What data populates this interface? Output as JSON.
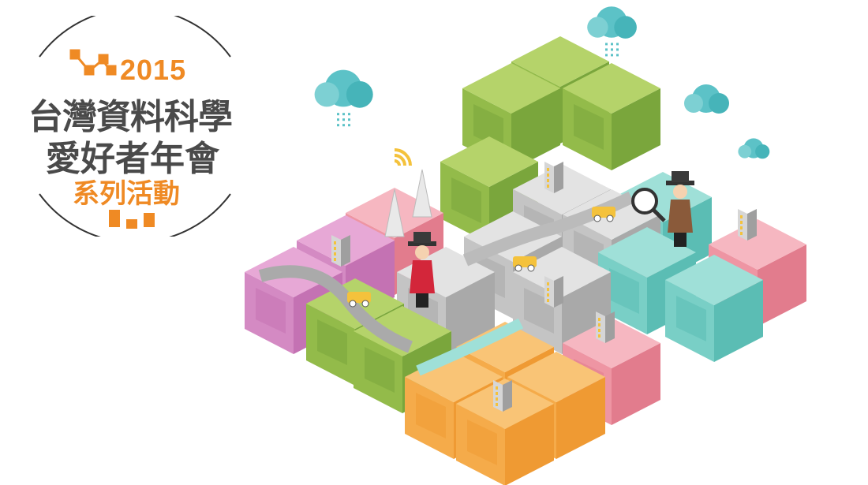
{
  "logo": {
    "year": "2015",
    "title_line1": "台灣資料科學",
    "title_line2": "愛好者年會",
    "subtitle": "系列活動"
  },
  "colors": {
    "orange": "#ef8a24",
    "dark_text": "#4a4a4a",
    "green": [
      "#b5d36a",
      "#93bb4a",
      "#7aa63c"
    ],
    "gray": [
      "#e3e3e3",
      "#c4c4c4",
      "#a9a9a9"
    ],
    "pink": [
      "#f6b7c1",
      "#ee95a3",
      "#e27c8d"
    ],
    "purple": [
      "#e7a8d6",
      "#d48ac3",
      "#c472b3"
    ],
    "orange_cube": [
      "#f9c476",
      "#f5ab4a",
      "#ef9a33"
    ],
    "teal": [
      "#9fe0d8",
      "#79cfc6",
      "#5bbdb4"
    ],
    "cloud": "#5cc2c7"
  }
}
